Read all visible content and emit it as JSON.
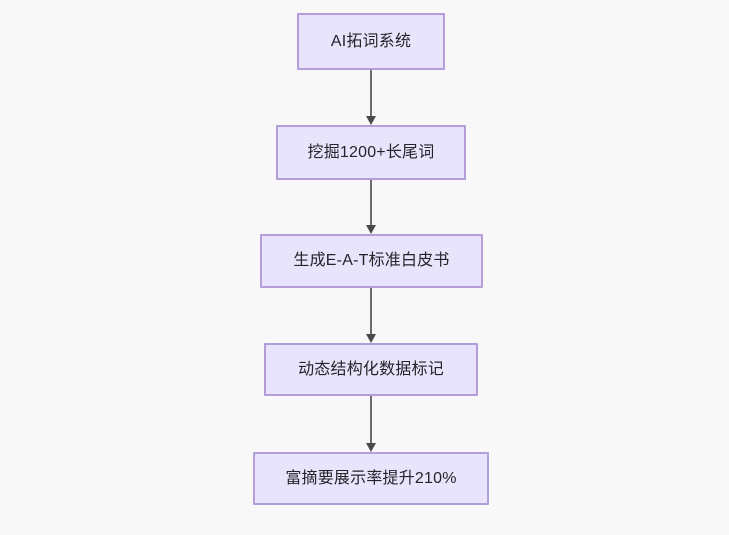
{
  "diagram": {
    "type": "flowchart",
    "direction": "top-to-bottom",
    "background_color": "#f8f8f8",
    "node_fill_color": "#e8e4fb",
    "node_border_color": "#b39ddb",
    "node_text_color": "#23252b",
    "edge_color": "#6b6b6b",
    "nodes": [
      {
        "id": "n1",
        "label": "AI拓词系统"
      },
      {
        "id": "n2",
        "label": "挖掘1200+长尾词"
      },
      {
        "id": "n3",
        "label": "生成E-A-T标准白皮书"
      },
      {
        "id": "n4",
        "label": "动态结构化数据标记"
      },
      {
        "id": "n5",
        "label": "富摘要展示率提升210%"
      }
    ],
    "edges": [
      {
        "from": "n1",
        "to": "n2",
        "label": ""
      },
      {
        "from": "n2",
        "to": "n3",
        "label": ""
      },
      {
        "from": "n3",
        "to": "n4",
        "label": ""
      },
      {
        "from": "n4",
        "to": "n5",
        "label": ""
      }
    ]
  }
}
